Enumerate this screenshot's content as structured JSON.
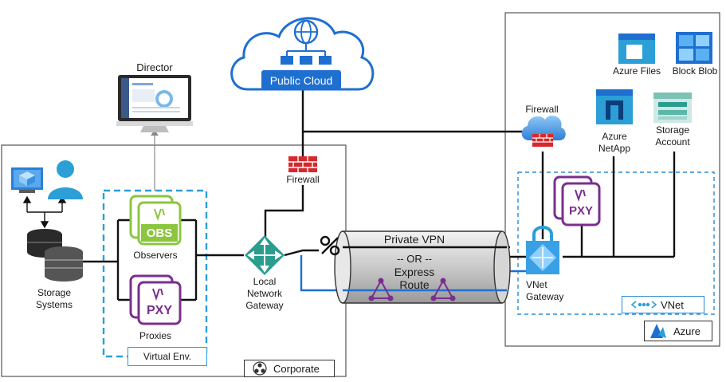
{
  "nodes": {
    "public_cloud": "Public Cloud",
    "director": "Director",
    "firewall_corporate": "Firewall",
    "firewall_azure": "Firewall",
    "observers": "Observers",
    "obs_badge": "OBS",
    "proxies": "Proxies",
    "pxy_badge": "PXY",
    "pxy_badge_azure": "PXY",
    "storage_systems_line1": "Storage",
    "storage_systems_line2": "Systems",
    "local_gateway_line1": "Local",
    "local_gateway_line2": "Network",
    "local_gateway_line3": "Gateway",
    "vnet_gateway_line1": "VNet",
    "vnet_gateway_line2": "Gateway",
    "azure_files": "Azure Files",
    "block_blob": "Block Blob",
    "azure_netapp_line1": "Azure",
    "azure_netapp_line2": "NetApp",
    "storage_account_line1": "Storage",
    "storage_account_line2": "Account",
    "private_vpn": "Private VPN",
    "or_label": "-- OR --",
    "express_line1": "Express",
    "express_line2": "Route"
  },
  "containers": {
    "virtual_env": "Virtual Env.",
    "corporate": "Corporate",
    "vnet": "VNet",
    "azure": "Azure"
  },
  "colors": {
    "cloud_blue": "#1f6fd1",
    "firewall_red": "#d6292d",
    "obs_green": "#8cc63f",
    "pxy_purple": "#7a2f8f",
    "gateway_teal": "#2a9d8f",
    "express_blue": "#1f6fd1",
    "vnet_dash": "#2b8bd6",
    "virtual_dash": "#2a9fd6"
  }
}
